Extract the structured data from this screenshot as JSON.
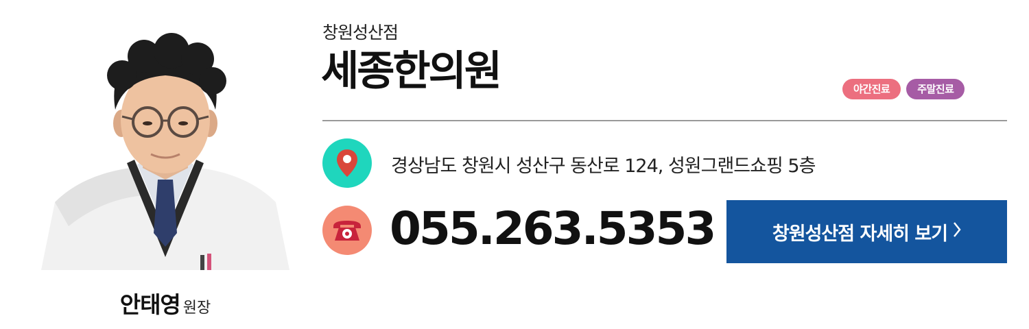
{
  "branch": {
    "name": "창원성산점"
  },
  "clinic": {
    "title": "세종한의원"
  },
  "badges": {
    "night": "야간진료",
    "weekend": "주말진료"
  },
  "doctor": {
    "name": "안태영",
    "role": "원장"
  },
  "contact": {
    "address": "경상남도 창원시 성산구 동산로 124, 성원그랜드쇼핑 5층",
    "phone": "055.263.5353"
  },
  "cta": {
    "label": "창원성산점 자세히 보기"
  },
  "icons": {
    "location": "map-pin-icon",
    "phone": "telephone-icon",
    "chevron": "chevron-right-icon"
  },
  "colors": {
    "accent_blue": "#14559e",
    "map_circle": "#1fd6bd",
    "phone_circle": "#f48a73",
    "badge_night": "#ec6f7f",
    "badge_weekend": "#a65ca5"
  }
}
